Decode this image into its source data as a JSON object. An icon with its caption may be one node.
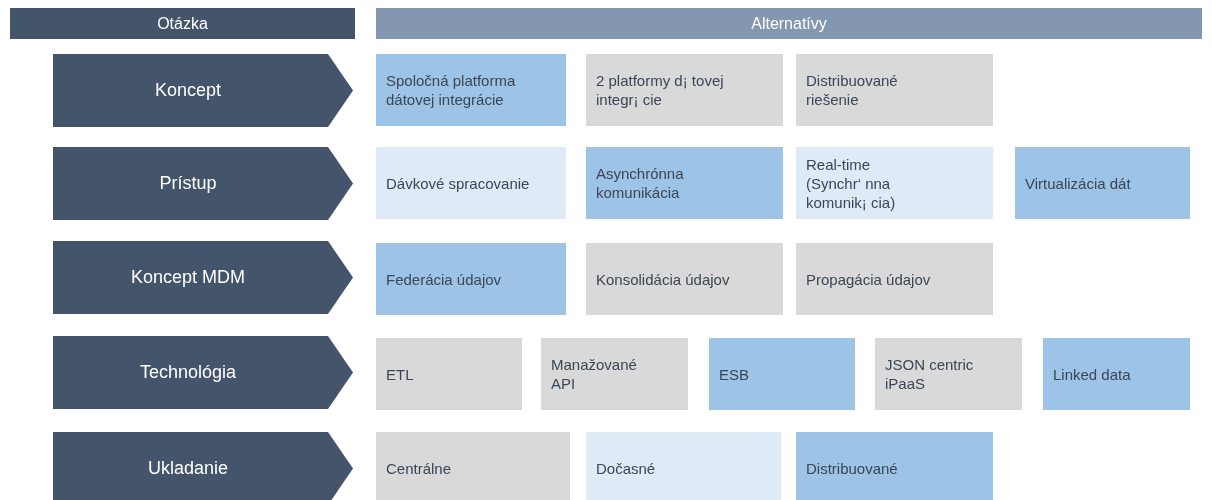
{
  "diagram": {
    "nodes": [
      {
        "text": [
          "Otázka"
        ]
      },
      {
        "text": [
          "Alternatívy"
        ]
      },
      {
        "text": [
          "Koncept"
        ]
      },
      {
        "text": [
          "Spoločná platforma dátovej integrácie"
        ]
      },
      {
        "text": [
          "2 platformy d¡ tovej integr¡ cie"
        ]
      },
      {
        "text": [
          "Distribuované riešenie"
        ]
      },
      {
        "text": [
          "Prístup"
        ]
      },
      {
        "text": [
          "Dávkové spracovanie"
        ]
      },
      {
        "text": [
          "Asynchrónna komunikácia"
        ]
      },
      {
        "text": [
          "Real-time (Synchr‘ nna komunik¡ cia)"
        ]
      },
      {
        "text": [
          "Virtualizácia dát"
        ]
      },
      {
        "text": [
          "Koncept MDM"
        ]
      },
      {
        "text": [
          "Federácia údajov"
        ]
      },
      {
        "text": [
          "Konsolidácia údajov"
        ]
      },
      {
        "text": [
          "Propagácia údajov"
        ]
      },
      {
        "text": [
          "Technológia"
        ]
      },
      {
        "text": [
          "ETL"
        ]
      },
      {
        "text": [
          "Manažované API"
        ]
      },
      {
        "text": [
          "ESB"
        ]
      },
      {
        "text": [
          "JSON centric iPaaS"
        ]
      },
      {
        "text": [
          "Linked data"
        ]
      },
      {
        "text": [
          "Ukladanie"
        ]
      },
      {
        "text": [
          "Centrálne"
        ]
      },
      {
        "text": [
          "Dočasné"
        ]
      },
      {
        "text": [
          "Distribuované"
        ]
      }
    ]
  }
}
